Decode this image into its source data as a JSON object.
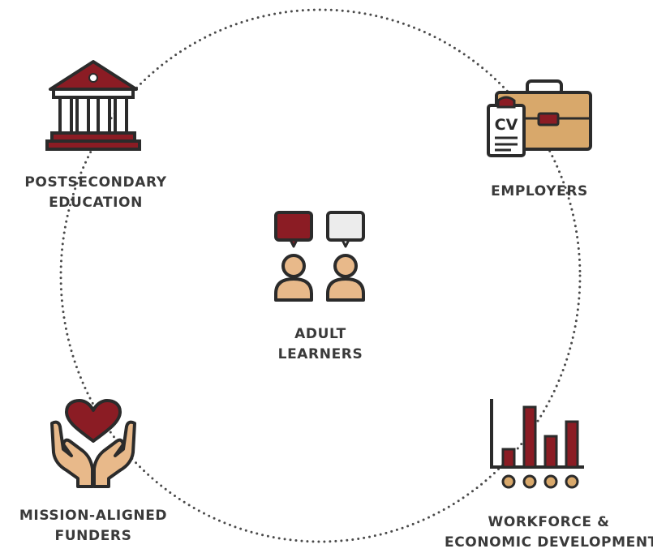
{
  "nodes": {
    "postsecondary": {
      "lines": [
        "POSTSECONDARY",
        "EDUCATION"
      ],
      "icon": "institution-building-icon"
    },
    "employers": {
      "lines": [
        "EMPLOYERS"
      ],
      "icon": "cv-briefcase-icon"
    },
    "center": {
      "lines": [
        "ADULT",
        "LEARNERS"
      ],
      "icon": "learners-conversation-icon"
    },
    "funders": {
      "lines": [
        "MISSION-ALIGNED",
        "FUNDERS"
      ],
      "icon": "heart-hands-icon"
    },
    "workforce": {
      "lines": [
        "WORKFORCE &",
        "ECONOMIC DEVELOPMENT"
      ],
      "icon": "bar-chart-icon"
    }
  },
  "colors": {
    "accent_red": "#8b1c24",
    "skin": "#e8b98a",
    "tan": "#d8a86b",
    "outline": "#2b2b2b",
    "label_text": "#3a3a3a",
    "dots": "#4a4a4a"
  }
}
